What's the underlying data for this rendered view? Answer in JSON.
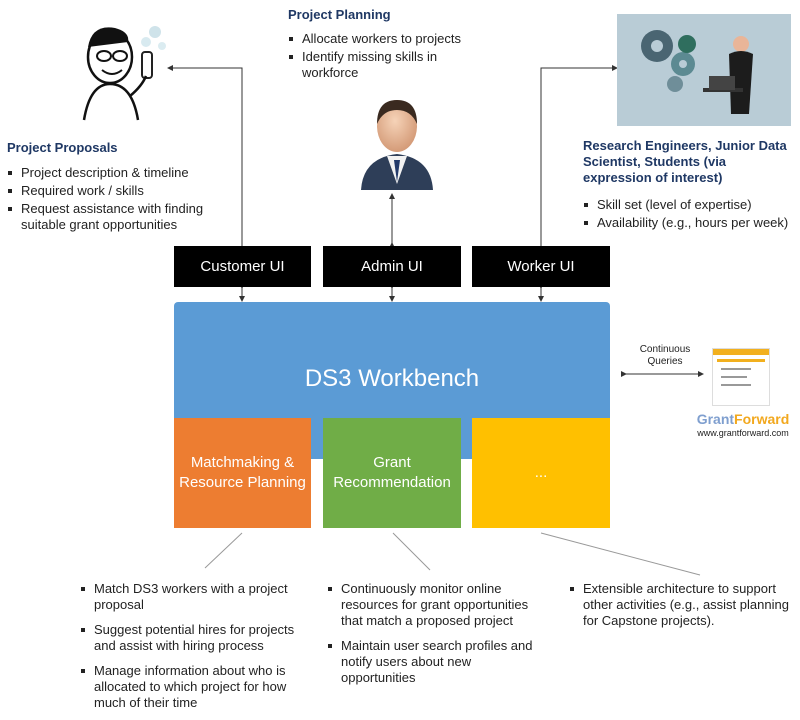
{
  "planning": {
    "title": "Project Planning",
    "bullets": [
      "Allocate workers to projects",
      "Identify missing skills in workforce"
    ]
  },
  "proposals": {
    "title": "Project Proposals",
    "bullets": [
      "Project description & timeline",
      "Required work / skills",
      "Request assistance with finding suitable grant opportunities"
    ]
  },
  "workers": {
    "title": "Research Engineers, Junior Data Scientist, Students (via expression of interest)",
    "bullets": [
      "Skill set (level of expertise)",
      "Availability (e.g., hours per week)"
    ]
  },
  "ui": {
    "customer": "Customer UI",
    "admin": "Admin UI",
    "worker": "Worker UI"
  },
  "workbench": {
    "title": "DS3 Workbench",
    "modules": [
      {
        "label": "Matchmaking & Resource Planning",
        "color": "#ed7d31"
      },
      {
        "label": "Grant Recommendation",
        "color": "#70ad47"
      },
      {
        "label": "...",
        "color": "#ffc000"
      }
    ],
    "color": "#5b9bd5"
  },
  "grantforward": {
    "queries_label": "Continuous Queries",
    "brand_part1": "Grant",
    "brand_part2": "Forward",
    "url": "www.grantforward.com"
  },
  "bottom": {
    "col1": [
      "Match DS3 workers with a project proposal",
      "Suggest potential hires for projects and assist with hiring process",
      "Manage information about who is allocated to which project for how much of their time"
    ],
    "col2": [
      "Continuously monitor online resources for grant opportunities that match a proposed project",
      "Maintain user search profiles and notify users about new opportunities"
    ],
    "col3": [
      "Extensible architecture to support other activities (e.g., assist planning for Capstone projects)."
    ]
  }
}
